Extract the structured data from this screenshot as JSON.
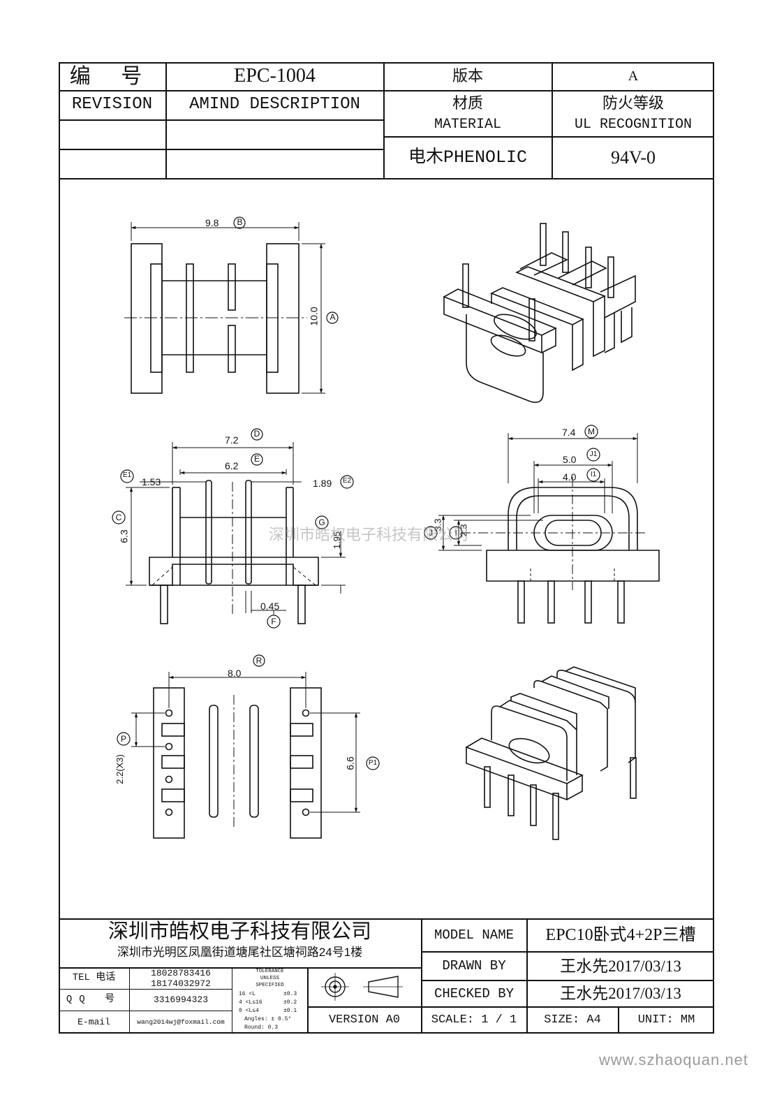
{
  "header": {
    "code_label": "编 号",
    "code_value": "EPC-1004",
    "version_label": "版本",
    "version_value": "A",
    "revision_label": "REVISION",
    "amend_label": "AMIND DESCRIPTION",
    "material_label_cn": "材质",
    "material_label_en": "MATERIAL",
    "fire_label_cn": "防火等级",
    "fire_label_en": "UL RECOGNITION",
    "material_value": "电木PHENOLIC",
    "fire_value": "94V-0"
  },
  "dimensions": {
    "B": "9.8",
    "A": "10.0",
    "D": "7.2",
    "E": "6.2",
    "E1": "1.53",
    "E2": "1.89",
    "C": "6.3",
    "G": "1.95",
    "F": "0.45",
    "M": "7.4",
    "J1": "5.0",
    "I1": "4.0",
    "J": "3.3",
    "I": "2.3",
    "R": "8.0",
    "P": "2.2(X3)",
    "P1": "6.6"
  },
  "callouts": {
    "A": "A",
    "B": "B",
    "C": "C",
    "D": "D",
    "E": "E",
    "E1": "E1",
    "E2": "E2",
    "F": "F",
    "G": "G",
    "I": "I",
    "I1": "I1",
    "J": "J",
    "J1": "J1",
    "M": "M",
    "P": "P",
    "P1": "P1",
    "R": "R"
  },
  "watermark": "深圳市皓权电子科技有限公司",
  "footer": {
    "company": "深圳市皓权电子科技有限公司",
    "address": "深圳市光明区凤凰街道塘尾社区塘祠路24号1楼",
    "tel_label": "TEL 电话",
    "tel_values": [
      "18028783416",
      "18174032972"
    ],
    "qq_label": "QQ 号",
    "qq_value": "3316994323",
    "email_label": "E-mail",
    "email_value": "wang2014wj@foxmail.com",
    "tolerance": {
      "title": [
        "TOLERANCE",
        "UNLESS",
        "SPECIFIED"
      ],
      "rows": [
        {
          "range": "16 <L",
          "tol": "±0.3"
        },
        {
          "range": "4 <L≤16",
          "tol": "±0.2"
        },
        {
          "range": "0 <L≤4",
          "tol": "±0.1"
        }
      ],
      "angles": "Angles: ± 0.5°",
      "round": "Round: 0.3"
    },
    "version": "VERSION A0",
    "model_label": "MODEL NAME",
    "model_value": "EPC10卧式4+2P三槽",
    "drawn_label": "DRAWN BY",
    "drawn_value": "王水先2017/03/13",
    "checked_label": "CHECKED BY",
    "checked_value": "王水先2017/03/13",
    "scale": "SCALE: 1 / 1",
    "size": "SIZE: A4",
    "unit": "UNIT: MM"
  },
  "site": "www.szhaoquan.net"
}
